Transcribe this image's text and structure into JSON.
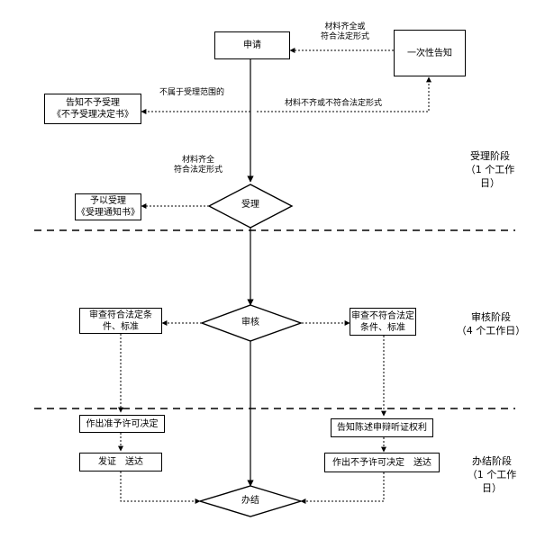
{
  "nodes": {
    "apply": "申请",
    "notify_once": "一次性告知",
    "reject": [
      "告知不予受理",
      "《不予受理决定书》"
    ],
    "accept_notice": [
      "予以受理",
      "《受理通知书》"
    ],
    "accept": "受理",
    "review": "审核",
    "meets": [
      "审查符合法定条",
      "件、标准"
    ],
    "not_meets": [
      "审查不符合法定",
      "条件、标准"
    ],
    "grant_decision": "作出准予许可决定",
    "hearing_notice": "告知陈述申辩听证权利",
    "issue": "发证　送达",
    "deny_decision": "作出不予许可决定　送达",
    "finish": "办结"
  },
  "edge_labels": {
    "complete_top": [
      "材料齐全或",
      "符合法定形式"
    ],
    "out_of_scope": "不属于受理范围的",
    "incomplete": "材料不齐或不符合法定形式",
    "complete_mid": [
      "材料齐全",
      "符合法定形式"
    ]
  },
  "stages": {
    "accept": [
      "受理阶段",
      "（1 个工作",
      "日）"
    ],
    "review": [
      "审核阶段",
      "（4 个工作日）"
    ],
    "finish": [
      "办结阶段",
      "（1 个工作",
      "日）"
    ]
  }
}
